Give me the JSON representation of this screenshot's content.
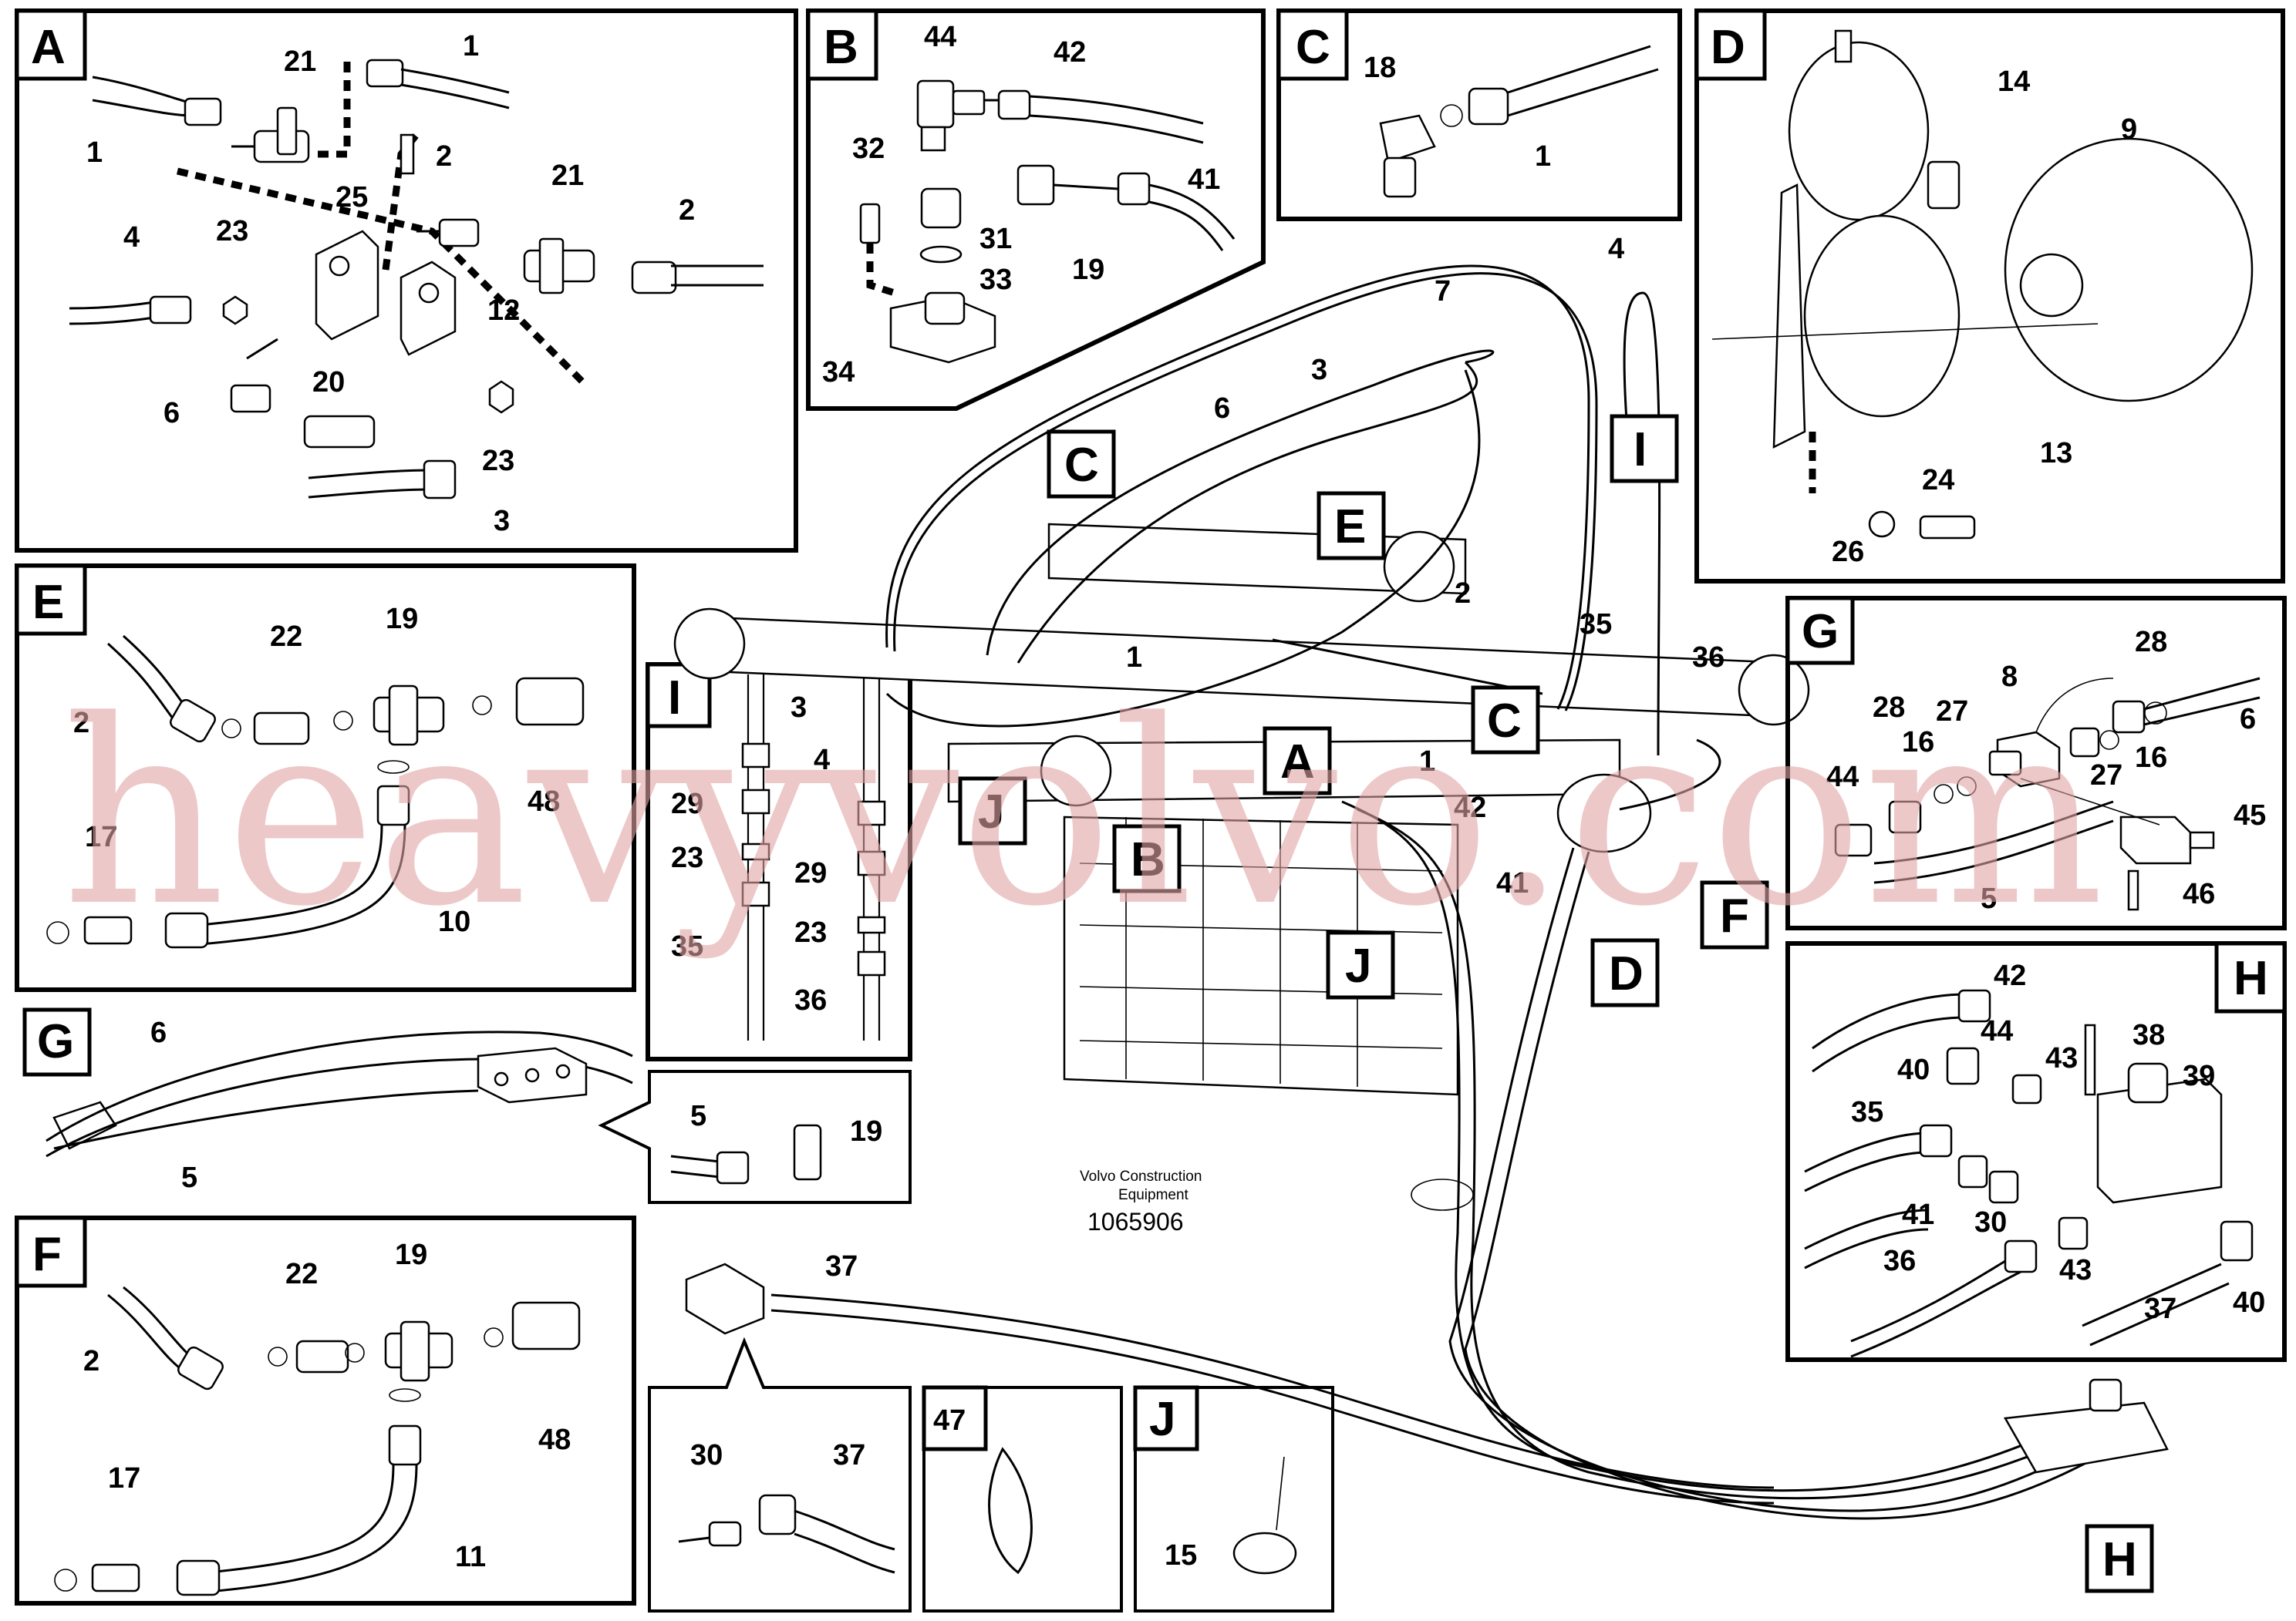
{
  "caption": {
    "company": "Volvo Construction",
    "line2": "Equipment",
    "doc_number": "1065906"
  },
  "watermark": "heavyvolvo.com",
  "panels": {
    "A": {
      "letter": "A",
      "labels": [
        "1",
        "21",
        "1",
        "25",
        "2",
        "21",
        "2",
        "4",
        "23",
        "12",
        "6",
        "20",
        "23",
        "3"
      ]
    },
    "B": {
      "letter": "B",
      "labels": [
        "44",
        "42",
        "32",
        "41",
        "31",
        "19",
        "33",
        "34"
      ]
    },
    "C": {
      "letter": "C",
      "labels": [
        "18",
        "1"
      ]
    },
    "D": {
      "letter": "D",
      "labels": [
        "14",
        "9",
        "13",
        "24",
        "26"
      ]
    },
    "E": {
      "letter": "E",
      "labels": [
        "22",
        "19",
        "2",
        "48",
        "17",
        "10"
      ]
    },
    "G": {
      "letter": "G",
      "labels": [
        "28",
        "8",
        "28",
        "27",
        "6",
        "16",
        "44",
        "16",
        "27",
        "45",
        "5",
        "46"
      ]
    },
    "H": {
      "letter": "H",
      "labels": [
        "42",
        "44",
        "38",
        "40",
        "43",
        "39",
        "35",
        "41",
        "30",
        "36",
        "43",
        "37",
        "40"
      ]
    },
    "I": {
      "letter": "I",
      "labels": [
        "3",
        "4",
        "29",
        "23",
        "29",
        "35",
        "23",
        "36"
      ]
    },
    "F": {
      "letter": "F",
      "labels": [
        "22",
        "19",
        "2",
        "48",
        "17",
        "11"
      ]
    },
    "G2": {
      "letter": "G",
      "labels": [
        "6",
        "5"
      ]
    },
    "G2inset": {
      "labels": [
        "5",
        "19"
      ]
    },
    "bottom1": {
      "labels": [
        "37",
        "30",
        "37"
      ]
    },
    "bottom47": {
      "labels": [
        "47"
      ]
    },
    "J": {
      "letter": "J",
      "labels": [
        "15"
      ]
    }
  },
  "main": {
    "labels": [
      "3",
      "7",
      "4",
      "6",
      "C",
      "I",
      "E",
      "2",
      "35",
      "36",
      "1",
      "1",
      "C",
      "A",
      "J",
      "42",
      "41",
      "B",
      "J",
      "D",
      "F",
      "H"
    ]
  }
}
